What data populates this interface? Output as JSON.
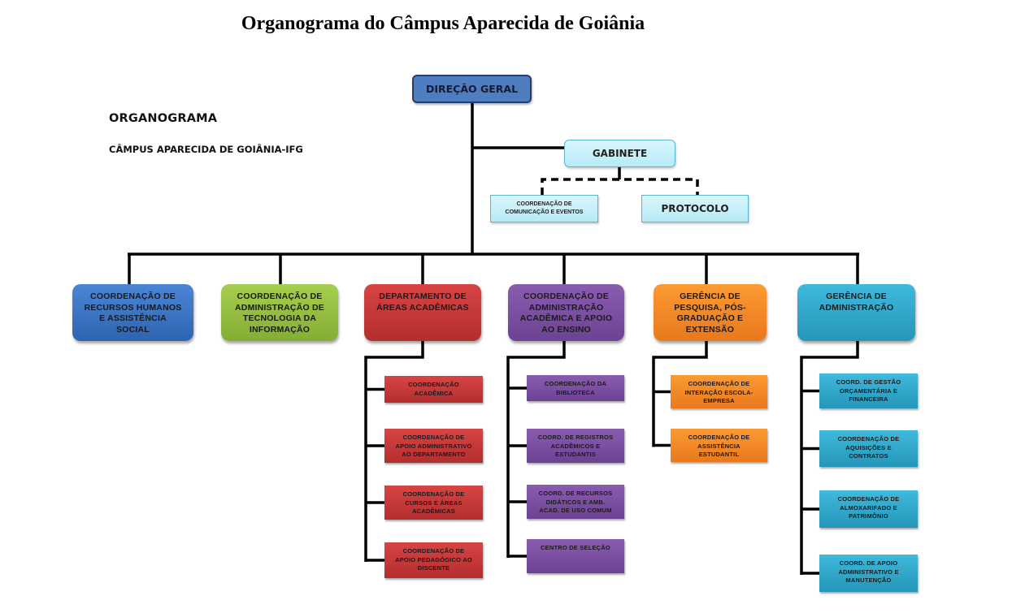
{
  "title": "Organograma do Câmpus Aparecida de Goiânia",
  "subtitle": "ORGANOGRAMA",
  "campus": "CÂMPUS APARECIDA DE GOIÂNIA-IFG",
  "colors": {
    "direcao": "#4f7ec0",
    "gabinete": "#c8f0f9",
    "blue": "#3a74c4",
    "green": "#96bf42",
    "red": "#c83a3a",
    "purple": "#7b4fa2",
    "orange": "#f28a28",
    "teal": "#32a9cc",
    "line": "#000000"
  },
  "root": {
    "label": "DIREÇÃO GERAL"
  },
  "gabinete": {
    "label": "GABINETE",
    "children": [
      {
        "label": "COORDENAÇÃO DE COMUNICAÇÃO E EVENTOS",
        "lines": [
          "COORDENAÇÃO DE",
          "COMUNICAÇÃO E EVENTOS"
        ]
      },
      {
        "label": "PROTOCOLO"
      }
    ]
  },
  "units": [
    {
      "label": "COORDENAÇÃO DE RECURSOS HUMANOS E ASSISTÊNCIA SOCIAL",
      "lines": [
        "COORDENAÇÃO DE",
        "RECURSOS HUMANOS",
        "E ASSISTÊNCIA",
        "SOCIAL"
      ],
      "color": "blue",
      "children": []
    },
    {
      "label": "COORDENAÇÃO DE ADMINISTRAÇÃO DE TECNOLOGIA DA INFORMAÇÃO",
      "lines": [
        "COORDENAÇÃO DE",
        "ADMINISTRAÇÃO DE",
        "TECNOLOGIA DA",
        "INFORMAÇÃO"
      ],
      "color": "green",
      "children": []
    },
    {
      "label": "DEPARTAMENTO DE ÁREAS ACADÊMICAS",
      "lines": [
        "DEPARTAMENTO DE",
        "ÁREAS ACADÊMICAS"
      ],
      "color": "red",
      "children": [
        {
          "lines": [
            "COORDENAÇÃO",
            "ACADÊMICA"
          ]
        },
        {
          "lines": [
            "COORDENAÇÃO DE",
            "APOIO ADMINISTRATIVO",
            "AO DEPARTAMENTO"
          ]
        },
        {
          "lines": [
            "COORDENAÇÃO DE",
            "CURSOS E ÁREAS",
            "ACADÊMICAS"
          ]
        },
        {
          "lines": [
            "COORDENAÇÃO DE",
            "APOIO PEDAGÓGICO AO",
            "DISCENTE"
          ]
        }
      ]
    },
    {
      "label": "COORDENAÇÃO DE ADMINISTRAÇÃO ACADÊMICA E APOIO AO ENSINO",
      "lines": [
        "COORDENAÇÃO DE",
        "ADMINISTRAÇÃO",
        "ACADÊMICA E APOIO",
        "AO ENSINO"
      ],
      "color": "purple",
      "children": [
        {
          "lines": [
            "COORDENAÇÃO DA",
            "BIBLIOTECA"
          ]
        },
        {
          "lines": [
            "COORD. DE REGISTROS",
            "ACADÊMICOS E",
            "ESTUDANTIS"
          ]
        },
        {
          "lines": [
            "COORD. DE RECURSOS",
            "DIDÁTICOS E AMB.",
            "ACAD. DE USO COMUM"
          ]
        },
        {
          "lines": [
            "CENTRO DE SELEÇÃO"
          ]
        }
      ]
    },
    {
      "label": "GERÊNCIA DE PESQUISA, PÓS-GRADUAÇÃO E EXTENSÃO",
      "lines": [
        "GERÊNCIA DE",
        "PESQUISA, PÓS-",
        "GRADUAÇÃO E",
        "EXTENSÃO"
      ],
      "color": "orange",
      "children": [
        {
          "lines": [
            "COORDENAÇÃO DE",
            "INTERAÇÃO ESCOLA-",
            "EMPRESA"
          ]
        },
        {
          "lines": [
            "COORDENAÇÃO DE",
            "ASSISTÊNCIA",
            "ESTUDANTIL"
          ]
        }
      ]
    },
    {
      "label": "GERÊNCIA DE ADMINISTRAÇÃO",
      "lines": [
        "GERÊNCIA DE",
        "ADMINISTRAÇÃO"
      ],
      "color": "teal",
      "children": [
        {
          "lines": [
            "COORD. DE GESTÃO",
            "ORÇAMENTÁRIA E",
            "FINANCEIRA"
          ]
        },
        {
          "lines": [
            "COORDENAÇÃO DE",
            "AQUISIÇÕES E",
            "CONTRATOS"
          ]
        },
        {
          "lines": [
            "COORDENAÇÃO DE",
            "ALMOXARIFADO E",
            "PATRIMÔNIO"
          ]
        },
        {
          "lines": [
            "COORD. DE APOIO",
            "ADMINISTRATIVO E",
            "MANUTENÇÃO"
          ]
        }
      ]
    }
  ]
}
